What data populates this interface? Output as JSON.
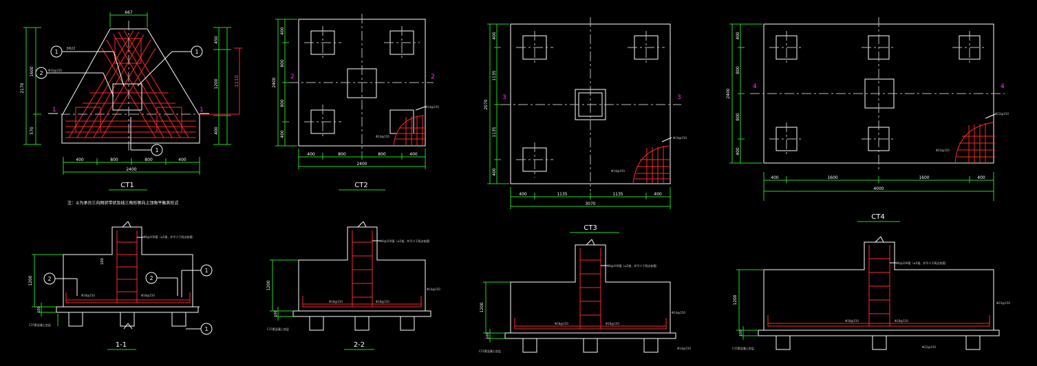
{
  "colors": {
    "background": "#000000",
    "outline": "#ffffff",
    "dimension": "#22dd22",
    "rebar": "#ff2a2a",
    "marker": "#ff33ff"
  },
  "ct1": {
    "title": "CT1",
    "top_dim": "667",
    "left_total": "2170",
    "left_upper": "1600",
    "left_lower": "570",
    "right_a": "450",
    "right_b": "1200",
    "right_c": "400",
    "right_d": "1110",
    "bottom_dims": [
      "400",
      "800",
      "800",
      "400"
    ],
    "bottom_total": "2400",
    "section_mark": "1",
    "bubble_1": "1",
    "bubble_2": "2",
    "rebar_label_a": "3Φ22",
    "rebar_label_b": "Φ10@150",
    "note": "注：①为承台三向网状带状及线三角形侧向上顶角平衡其形式"
  },
  "ct2": {
    "title": "CT2",
    "left_total": "2400",
    "left_dims": [
      "400",
      "800",
      "800",
      "400"
    ],
    "bottom_dims": [
      "400",
      "800",
      "800",
      "400"
    ],
    "bottom_total": "2400",
    "section_mark": "2",
    "rebar_label": "Φ14@150"
  },
  "ct3": {
    "title": "CT3",
    "left_total": "2070",
    "left_dims": [
      "400",
      "1135",
      "1135",
      "400"
    ],
    "bottom_dims": [
      "400",
      "1135",
      "1135",
      "400"
    ],
    "bottom_total": "3070",
    "section_mark": "3",
    "rebar_label": "Φ14@150"
  },
  "ct4": {
    "title": "CT4",
    "left_total": "2400",
    "left_dims": [
      "400",
      "800",
      "800",
      "400"
    ],
    "bottom_dims": [
      "400",
      "1600",
      "1600",
      "400"
    ],
    "bottom_total": "4000",
    "section_mark": "4",
    "rebar_label": "Φ22@150"
  },
  "sec1": {
    "title": "1-1",
    "height": "1200",
    "column_note": "Φ8@100箍（≤5根，并不少于两边各箍）",
    "bar_label_left": "Φ18@150",
    "bar_label_right": "Φ18@150",
    "bed_label": "C15素混凝土垫层",
    "cover": "100",
    "pad": "100",
    "bubble_1": "1",
    "bubble_2": "2"
  },
  "sec2": {
    "title": "2-2",
    "height": "1200",
    "column_note": "Φ8@100箍（≤5根，并不少于两边各箍）",
    "bar_label_left": "Φ18@150",
    "bar_label_right": "Φ18@150",
    "side_label": "Φ14@150",
    "bed_label": "C15素混凝土垫层",
    "cover": "100"
  },
  "sec3": {
    "title": "",
    "height": "1200",
    "column_note": "Φ8@100箍（≤5根，并不少于两边各箍）",
    "bar_label_left": "Φ18@150",
    "bar_label_right": "Φ18@150",
    "side_label": "Φ14@150",
    "bed_label": "C15素混凝土垫层",
    "cover": "100",
    "bottom_label": "Φ14@150"
  },
  "sec4": {
    "title": "",
    "height": "1200",
    "column_note": "Φ8@100箍（≤5根，并不少于两边各箍）",
    "bar_label_left": "Φ18@150",
    "bar_label_right": "Φ18@150",
    "side_label": "Φ22@150",
    "bed_label": "C15素混凝土垫层",
    "cover": "100",
    "bottom_label": "Φ22@150"
  }
}
